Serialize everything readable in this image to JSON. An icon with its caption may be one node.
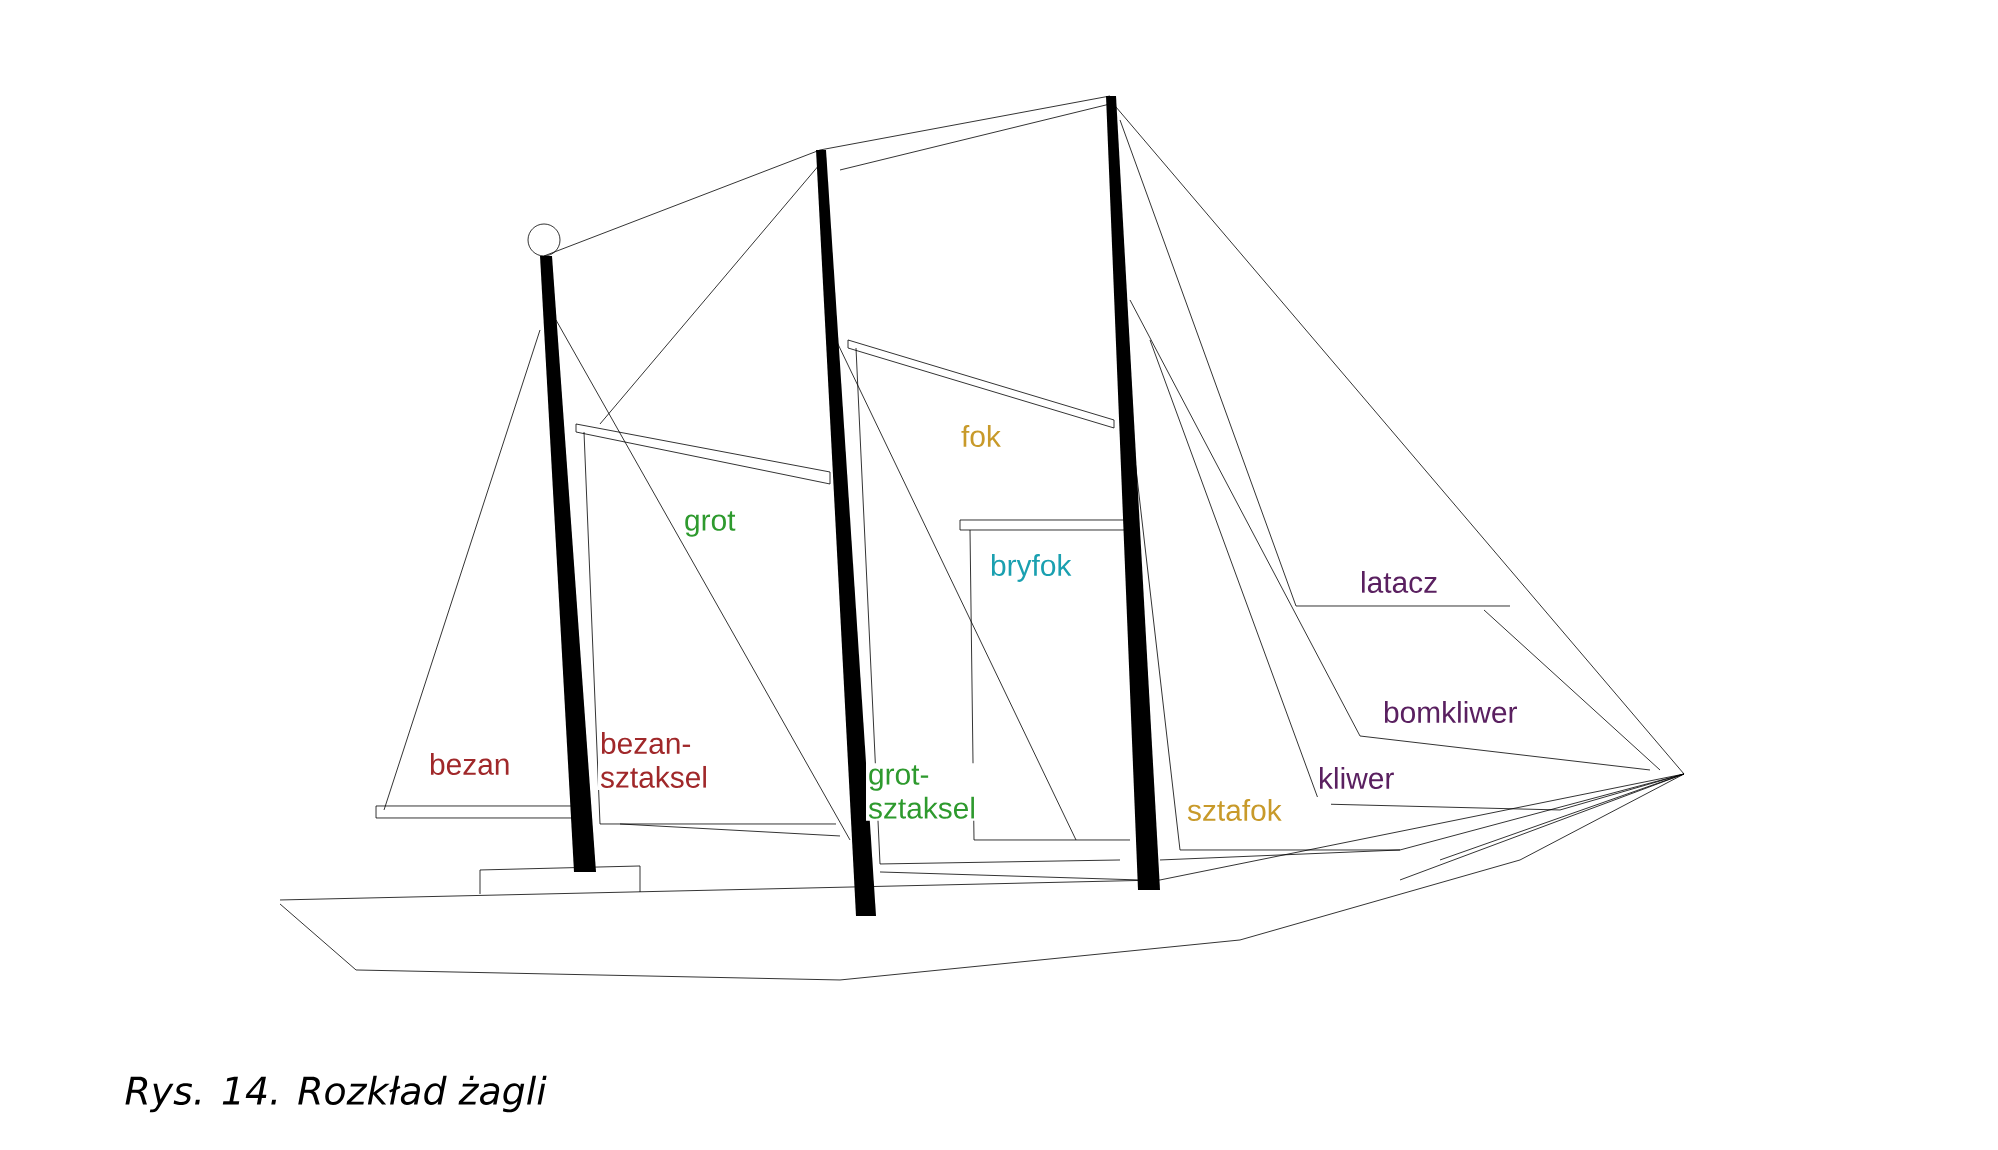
{
  "diagram": {
    "caption": "Rys. 14. Rozkład żagli",
    "labels": [
      "fok",
      "grot",
      "bryfok",
      "latacz",
      "bomkliwer",
      "bezan",
      "bezan- sztaksel",
      "kliwer",
      "grot- sztaksel",
      "sztafok"
    ]
  }
}
